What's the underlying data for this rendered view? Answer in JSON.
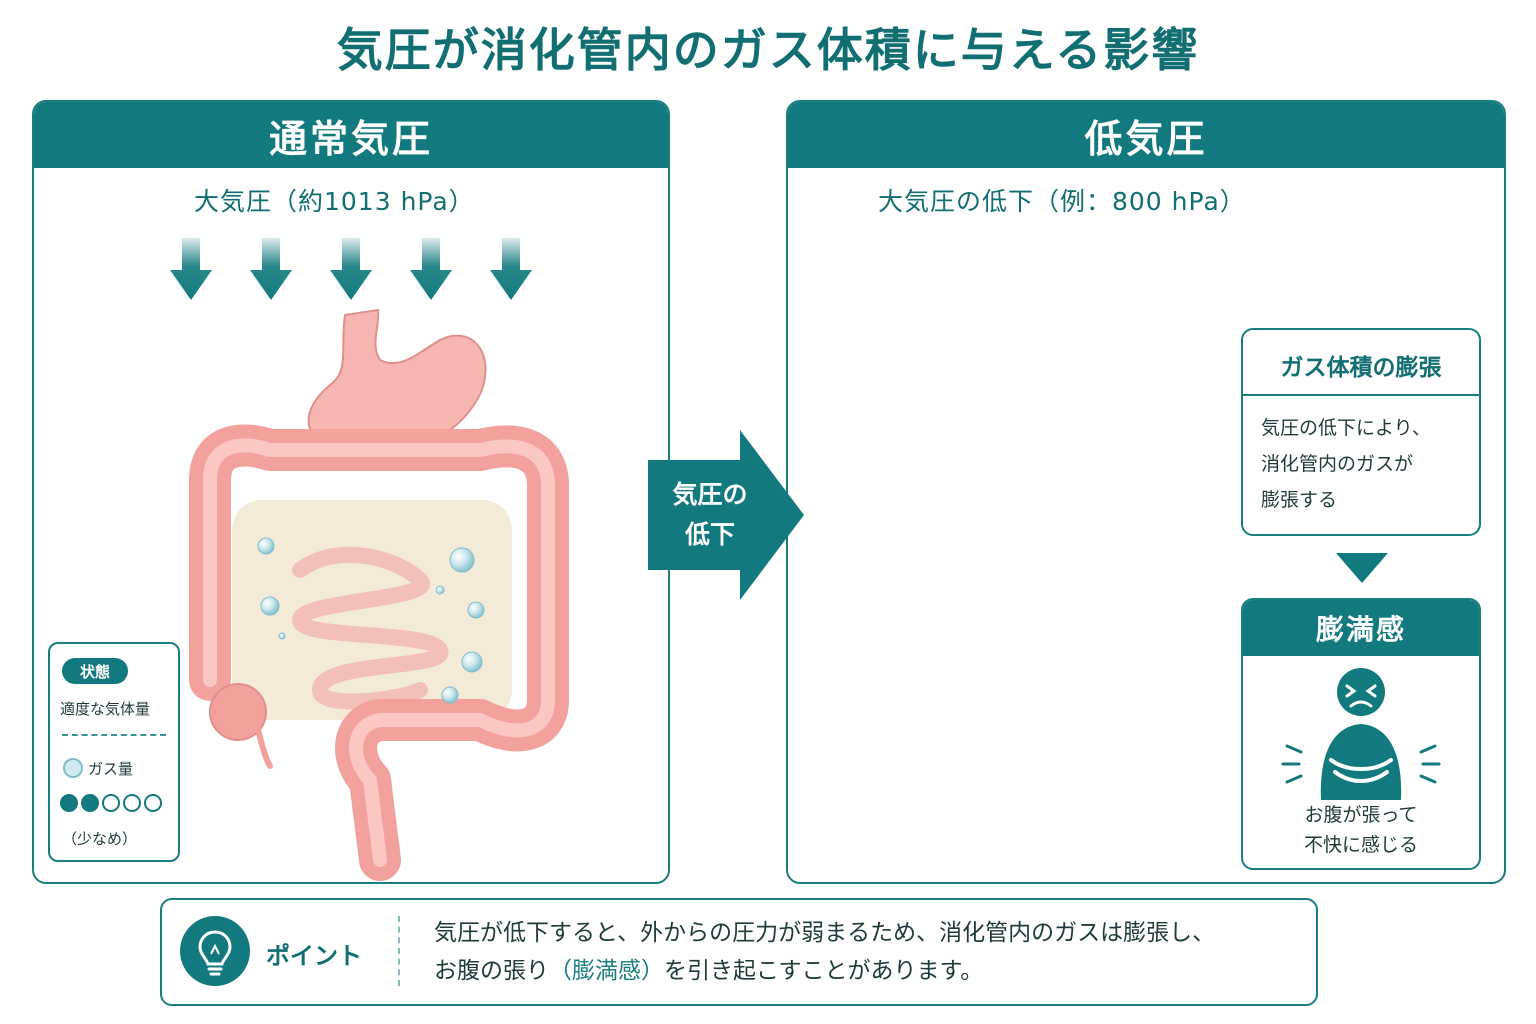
{
  "title": "気圧が消化管内のガス体積に与える影響",
  "left_panel": {
    "header": "通常気圧",
    "pressure_label": "大気圧（約1013 hPa）",
    "legend": {
      "badge": "状態",
      "state": "適度な気体量",
      "gas_label": "ガス量",
      "level_filled": 2,
      "level_total": 5,
      "level_note": "（少なめ）"
    }
  },
  "transition": {
    "line1": "気圧の",
    "line2": "低下"
  },
  "right_panel": {
    "header": "低気圧",
    "pressure_label": "大気圧の低下（例：800 hPa）",
    "callout": {
      "title": "ガス体積の膨張",
      "line1": "気圧の低下により、",
      "line2": "消化管内のガスが",
      "line3": "膨張する"
    },
    "result": {
      "title": "膨満感",
      "line1": "お腹が張って",
      "line2": "不快に感じる"
    }
  },
  "point": {
    "label": "ポイント",
    "line1": "気圧が低下すると、外からの圧力が弱まるため、消化管内のガスは膨張し、",
    "line2_before": "お腹の張り",
    "line2_highlight": "（膨満感）",
    "line2_after": "を引き起こすことがあります。"
  },
  "colors": {
    "teal": "#127a7e",
    "intestine": "#f3a7a4",
    "gas": "#a9d6de"
  },
  "icons": [
    "down-arrow-icon",
    "bubble-icon",
    "lightbulb-icon",
    "person-stomach-pain-icon"
  ]
}
